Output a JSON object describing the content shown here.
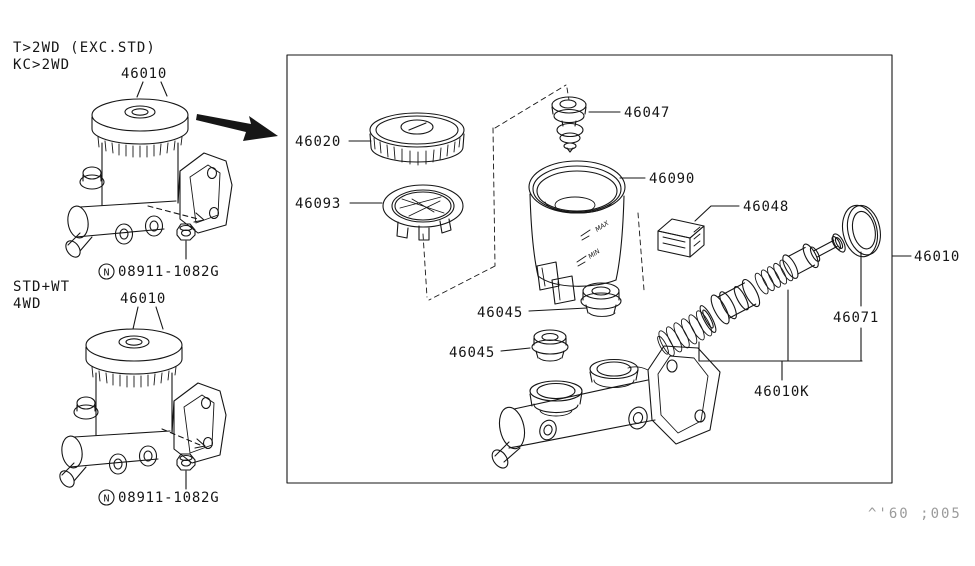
{
  "colors": {
    "ink": "#161616",
    "muted": "#9b9b9b",
    "background": "#ffffff"
  },
  "notes": {
    "variant1_line1": "T>2WD (EXC.STD)",
    "variant1_line2": "KC>2WD",
    "variant2_line1": "STD+WT",
    "variant2_line2": "4WD",
    "doc_code": "^'60 ;005"
  },
  "labels": {
    "mc_assembly_1": "46010",
    "mc_assembly_2": "46010",
    "mc_assembly_right": "46010",
    "nut_symbol": "N",
    "nut_part_1": "08911-1082G",
    "nut_part_2": "08911-1082G",
    "cap": "46020",
    "float": "46093",
    "cap_valve": "46047",
    "reservoir": "46090",
    "connector": "46048",
    "grommet_upper": "46045",
    "grommet_lower": "46045",
    "snap_ring": "46071",
    "repair_kit": "46010K"
  },
  "reservoir_markings": {
    "max": "MAX",
    "min": "MIN"
  }
}
